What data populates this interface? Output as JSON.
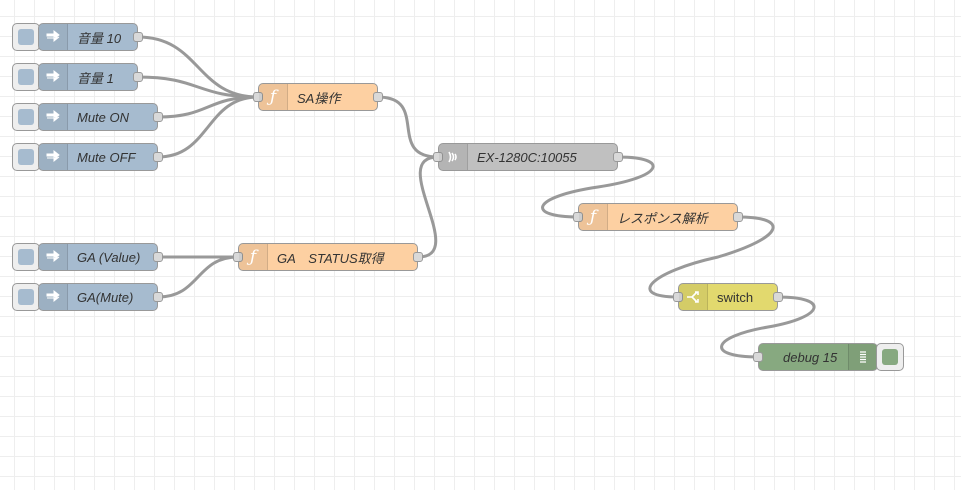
{
  "colors": {
    "inject": "#a6bbcf",
    "function": "#fdd0a2",
    "tcp_request": "#c0c0c0",
    "switch": "#e2d96e",
    "debug": "#87a980",
    "wire": "#999999",
    "button_square": "#a6bbcf",
    "debug_button_square": "#87a980"
  },
  "icons": {
    "inject": "arrow-in-icon",
    "function": "function-icon",
    "tcp_request": "bridge-icon",
    "switch": "switch-icon",
    "debug": "debug-icon"
  },
  "nodes": {
    "inject_vol10": {
      "label": "音量 10"
    },
    "inject_vol1": {
      "label": "音量 1"
    },
    "inject_mute_on": {
      "label": "Mute ON"
    },
    "inject_mute_off": {
      "label": "Mute OFF"
    },
    "inject_ga_value": {
      "label": "GA (Value)"
    },
    "inject_ga_mute": {
      "label": "GA(Mute)"
    },
    "func_sa": {
      "label": "SA操作"
    },
    "func_ga_status": {
      "label": "GA　STATUS取得"
    },
    "tcp_request": {
      "label": "EX-1280C:10055"
    },
    "func_response": {
      "label": "レスポンス解析"
    },
    "switch": {
      "label": "switch"
    },
    "debug": {
      "label": "debug 15"
    }
  }
}
